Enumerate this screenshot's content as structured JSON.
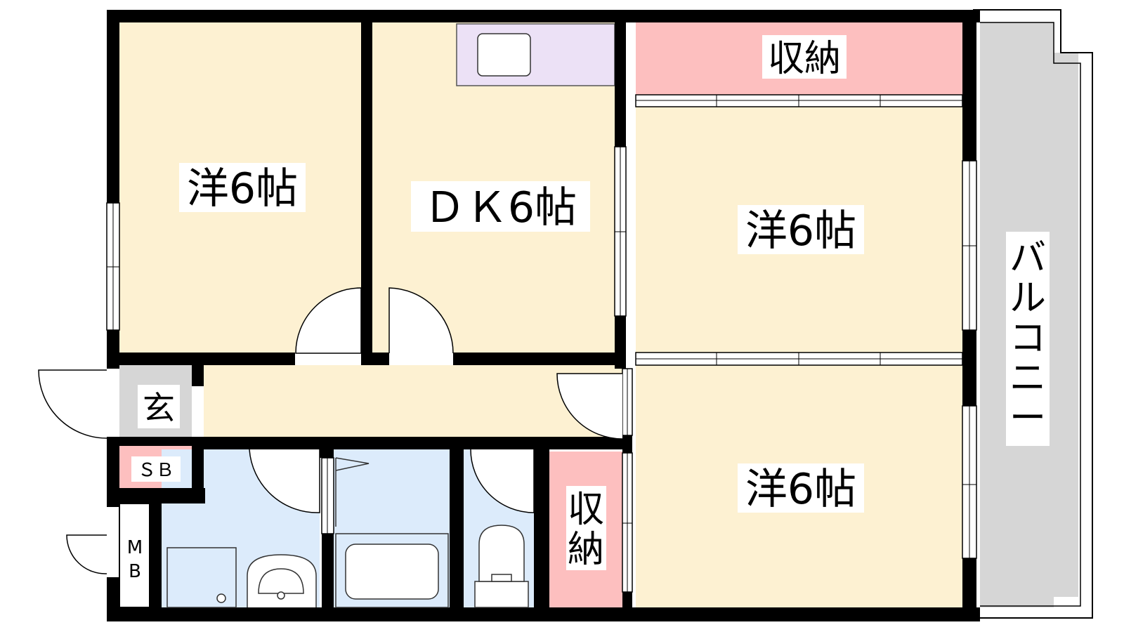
{
  "rooms": {
    "western_nw": "洋6帖",
    "dk": "ＤＫ6帖",
    "western_ne": "洋6帖",
    "western_se": "洋6帖",
    "storage_top": "収納",
    "storage_mid": [
      "収",
      "納"
    ],
    "entrance": "玄",
    "shoe_box": "ＳＢ",
    "meter_box": [
      "M",
      "B"
    ],
    "balcony": [
      "バ",
      "ル",
      "コ",
      "ニ",
      "ー"
    ]
  },
  "colors": {
    "room": "#fdf1d2",
    "wet_area": "#dcebfb",
    "storage": "#fdbfbf",
    "kitchen": "#ece1f6",
    "balcony": "#d6d6d6",
    "entrance": "#d6d6d6",
    "wall": "#000000"
  }
}
